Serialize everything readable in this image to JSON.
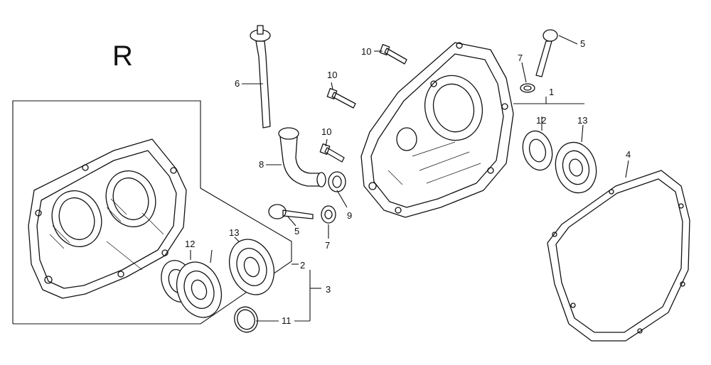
{
  "diagram": {
    "side_letter": "R",
    "callouts": {
      "c1": "1",
      "c2": "2",
      "c3": "3",
      "c4": "4",
      "c5a": "5",
      "c5b": "5",
      "c6": "6",
      "c7a": "7",
      "c7b": "7",
      "c8": "8",
      "c9": "9",
      "c10a": "10",
      "c10b": "10",
      "c10c": "10",
      "c11": "11",
      "c12a": "12",
      "c12b": "12",
      "c13a": "13",
      "c13b": "13"
    }
  }
}
